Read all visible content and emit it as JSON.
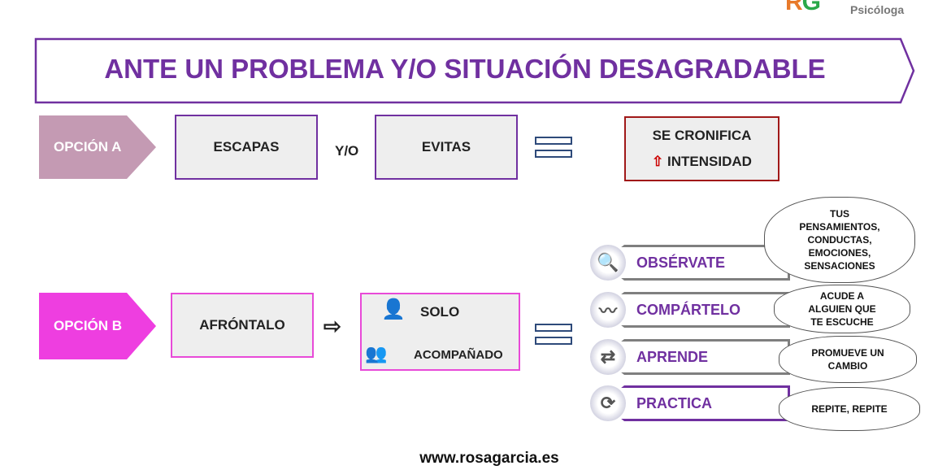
{
  "header": {
    "logo": "RG",
    "subtitle": "Psicóloga"
  },
  "title": "ANTE UN PROBLEMA Y/O SITUACIÓN DESAGRADABLE",
  "option_a": {
    "label": "OPCIÓN A",
    "box1": "ESCAPAS",
    "connector": "Y/O",
    "box2": "EVITAS",
    "result_line1": "SE CRONIFICA",
    "result_line2": "INTENSIDAD"
  },
  "option_b": {
    "label": "OPCIÓN B",
    "box1": "AFRÓNTALO",
    "arrow": "⇨",
    "solo": "SOLO",
    "acompanado": "ACOMPAÑADO"
  },
  "steps": [
    {
      "label": "OBSÉRVATE",
      "note": "TUS PENSAMIENTOS, CONDUCTAS, EMOCIONES, SENSACIONES"
    },
    {
      "label": "COMPÁRTELO",
      "note": "ACUDE A ALGUIEN QUE TE ESCUCHE"
    },
    {
      "label": "APRENDE",
      "note": "PROMUEVE UN CAMBIO"
    },
    {
      "label": "PRACTICA",
      "note": "REPITE, REPITE"
    }
  ],
  "footer": "www.rosagarcia.es"
}
